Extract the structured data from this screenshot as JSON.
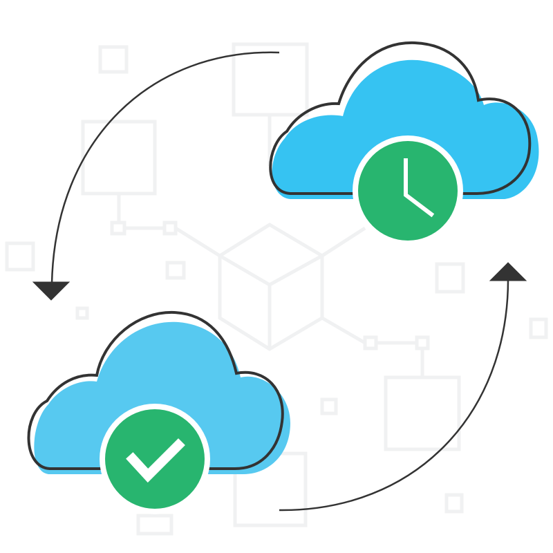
{
  "colors": {
    "background": "#ffffff",
    "outline": "#333333",
    "cloud_top": "#36c3f2",
    "cloud_bottom": "#57c9f0",
    "badge_green": "#28b56f",
    "badge_ring": "#ffffff",
    "network_lines": "#f0f1f2"
  },
  "clouds": [
    {
      "id": "scheduled",
      "badge_icon": "clock-icon"
    },
    {
      "id": "completed",
      "badge_icon": "checkmark-icon"
    }
  ],
  "arrows": [
    {
      "id": "left",
      "direction": "down"
    },
    {
      "id": "right",
      "direction": "up"
    }
  ]
}
